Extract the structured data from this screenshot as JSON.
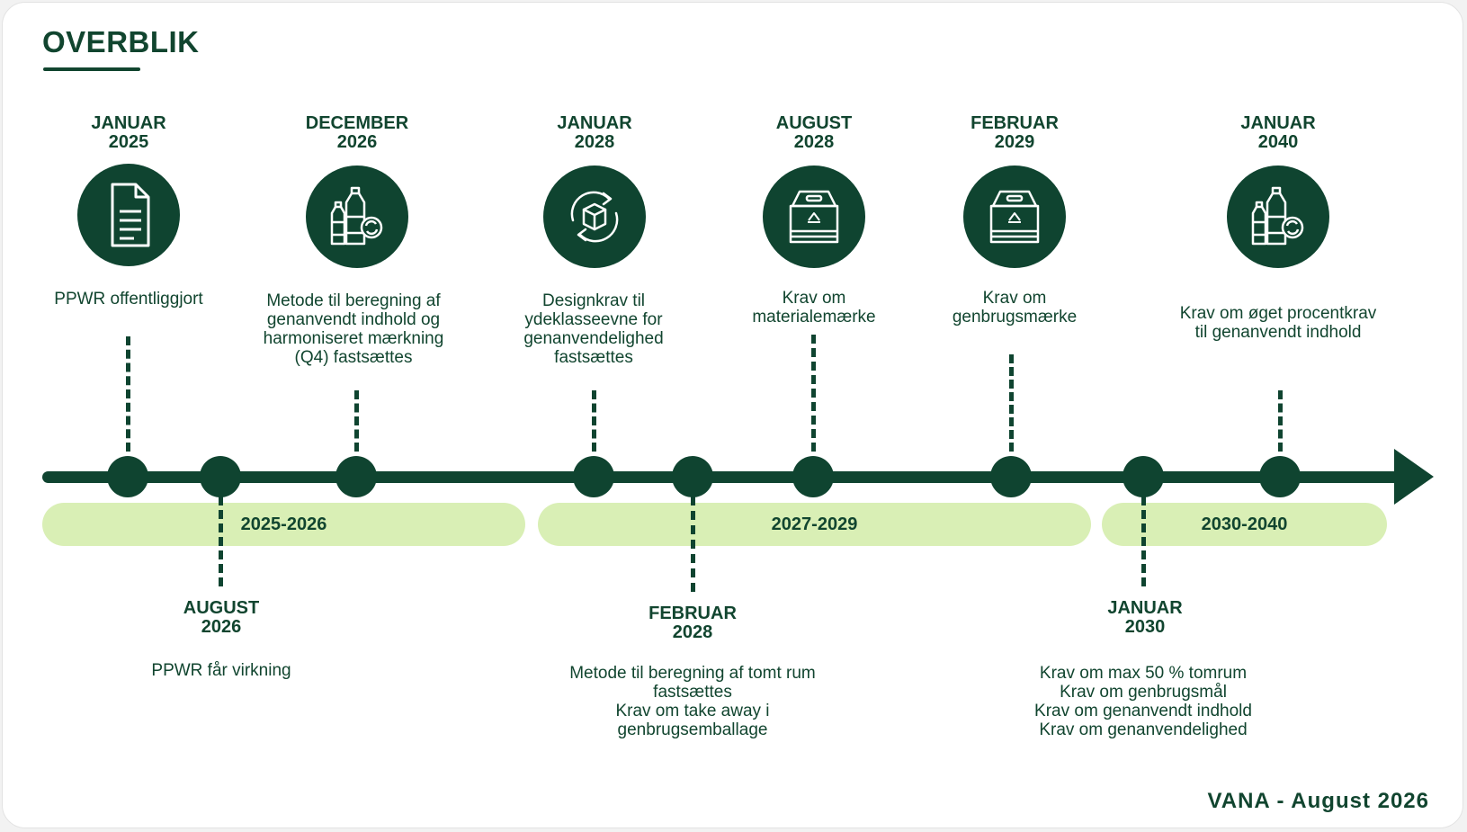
{
  "header": {
    "title": "OVERBLIK"
  },
  "bands": [
    {
      "label": "2025-2026"
    },
    {
      "label": "2027-2029"
    },
    {
      "label": "2030-2040"
    }
  ],
  "milestones_top": [
    {
      "month": "JANUAR",
      "year": "2025",
      "icon": "document-icon",
      "text": "PPWR offentliggjort"
    },
    {
      "month": "DECEMBER",
      "year": "2026",
      "icon": "bottles-recycle-icon",
      "text": "Metode til beregning af\ngenanvendt indhold og\nharmoniseret mærkning\n(Q4) fastsættes"
    },
    {
      "month": "JANUAR",
      "year": "2028",
      "icon": "box-recycle-icon",
      "text": "Designkrav til\nydeklasseevne for\ngenanvendelighed\nfastsættes"
    },
    {
      "month": "AUGUST",
      "year": "2028",
      "icon": "recycle-crate-icon",
      "text": "Krav om\nmaterialemærke"
    },
    {
      "month": "FEBRUAR",
      "year": "2029",
      "icon": "recycle-crate-icon",
      "text": "Krav om\ngenbrugsmærke"
    },
    {
      "month": "JANUAR",
      "year": "2040",
      "icon": "bottles-recycle-icon",
      "text": "Krav om øget procentkrav\ntil genanvendt indhold"
    }
  ],
  "milestones_bottom": [
    {
      "month": "AUGUST",
      "year": "2026",
      "text": "PPWR får virkning"
    },
    {
      "month": "FEBRUAR",
      "year": "2028",
      "text": "Metode til beregning af tomt rum\nfastsættes\nKrav om take away i\ngenbrugsemballage"
    },
    {
      "month": "JANUAR",
      "year": "2030",
      "text": "Krav om max 50 % tomrum\nKrav om genbrugsmål\nKrav om genanvendt indhold\nKrav om genanvendelighed"
    }
  ],
  "footer": {
    "text": "VANA - August 2026"
  },
  "colors": {
    "primary": "#0f4430",
    "band": "#d9efb5",
    "background": "#ffffff"
  }
}
